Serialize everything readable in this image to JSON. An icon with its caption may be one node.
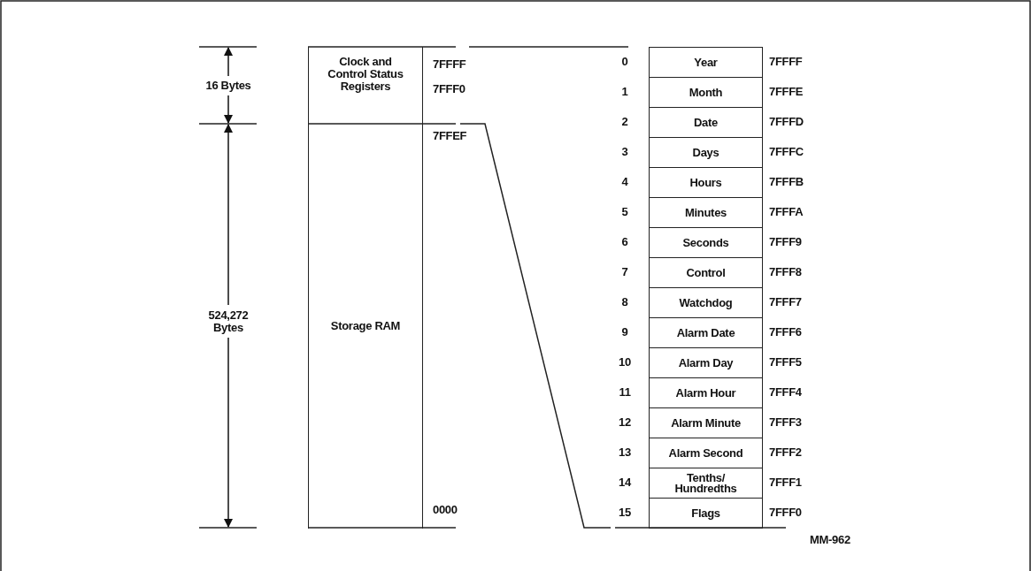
{
  "diagram": {
    "nodes": [
      {
        "text": [
          "Clock and Control Status Registers"
        ]
      },
      {
        "text": [
          "Storage RAM"
        ]
      },
      {
        "text": [
          "Year"
        ]
      },
      {
        "text": [
          "Month"
        ]
      },
      {
        "text": [
          "Date"
        ]
      },
      {
        "text": [
          "Days"
        ]
      },
      {
        "text": [
          "Hours"
        ]
      },
      {
        "text": [
          "Minutes"
        ]
      },
      {
        "text": [
          "Seconds"
        ]
      },
      {
        "text": [
          "Control"
        ]
      },
      {
        "text": [
          "Watchdog"
        ]
      },
      {
        "text": [
          "Alarm Date"
        ]
      },
      {
        "text": [
          "Alarm Day"
        ]
      },
      {
        "text": [
          "Alarm Hour"
        ]
      },
      {
        "text": [
          "Alarm Minute"
        ]
      },
      {
        "text": [
          "Alarm Second"
        ]
      },
      {
        "text": [
          "Tenths/ Hundredths"
        ]
      },
      {
        "text": [
          "Flags"
        ]
      }
    ],
    "labels": [
      "16 Bytes",
      "524,272 Bytes",
      "7FFFF",
      "7FFF0",
      "7FFEF",
      "0000",
      "0",
      "7FFFF",
      "1",
      "7FFFE",
      "2",
      "7FFFD",
      "3",
      "7FFFC",
      "4",
      "7FFFB",
      "5",
      "7FFFA",
      "6",
      "7FFF9",
      "7",
      "7FFF8",
      "8",
      "7FFF7",
      "9",
      "7FFF6",
      "10",
      "7FFF5",
      "11",
      "7FFF4",
      "12",
      "7FFF3",
      "13",
      "7FFF2",
      "14",
      "7FFF1",
      "15",
      "7FFF0",
      "MM-962"
    ]
  }
}
